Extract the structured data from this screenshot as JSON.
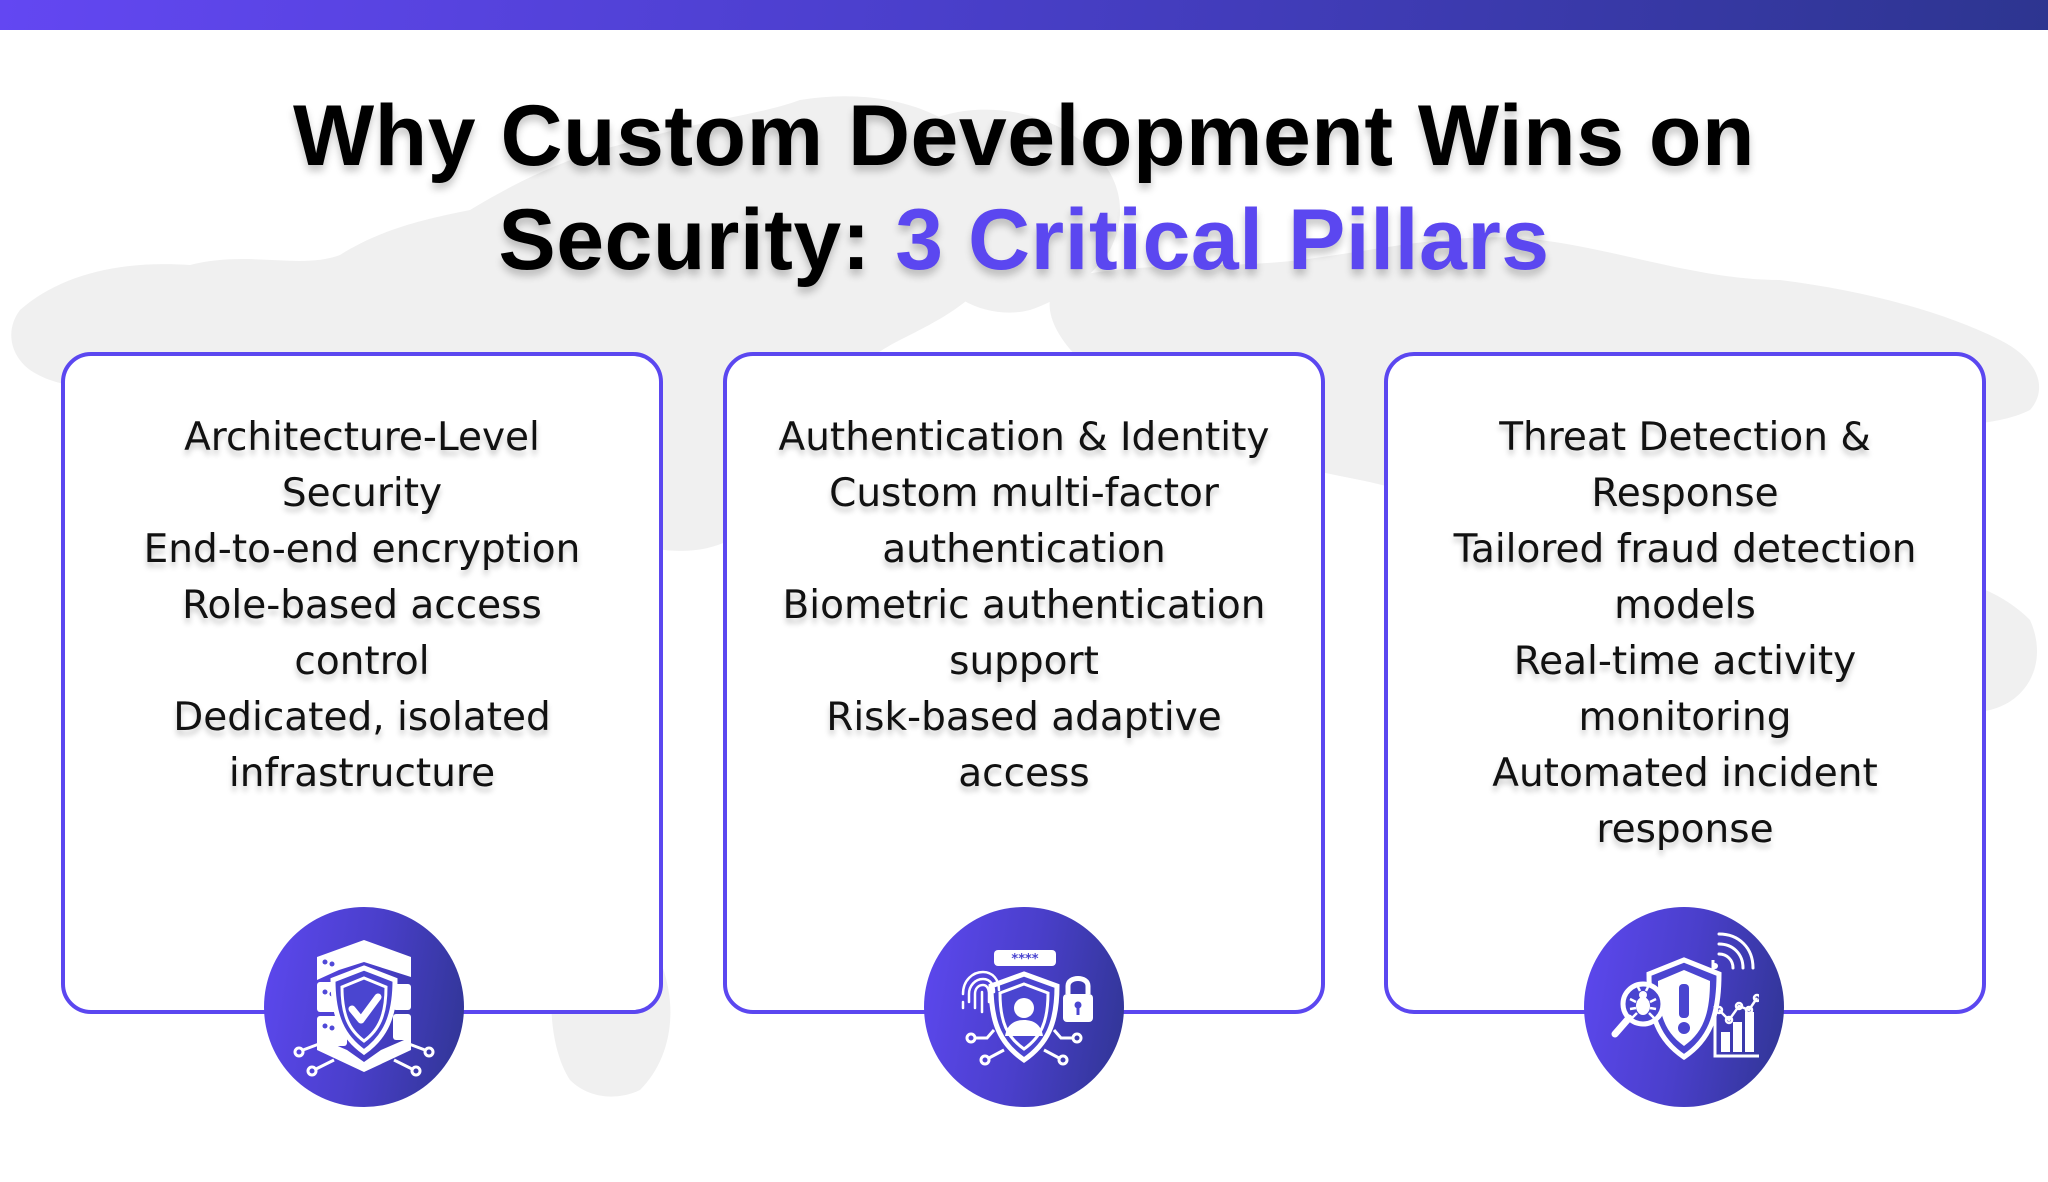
{
  "title": {
    "line1": "Why Custom Development Wins on",
    "line2_prefix": "Security: ",
    "line2_accent": "3 Critical Pillars"
  },
  "colors": {
    "accent": "#5B47F0",
    "gradient_start": "#6347F2",
    "gradient_end": "#2D3590",
    "map": "#F0F0F0",
    "text": "#111111"
  },
  "pillars": [
    {
      "heading_lines": [
        "Architecture-Level",
        "Security"
      ],
      "item_lines": [
        "End-to-end encryption",
        "Role-based access",
        "control",
        "Dedicated, isolated",
        "infrastructure"
      ],
      "icon": "server-shield-check-icon"
    },
    {
      "heading_lines": [
        "Authentication & Identity"
      ],
      "item_lines": [
        "Custom multi-factor",
        "authentication",
        "Biometric authentication",
        "support",
        "Risk-based adaptive",
        "access"
      ],
      "icon": "identity-shield-fingerprint-lock-icon",
      "password_mask": "****"
    },
    {
      "heading_lines": [
        "Threat Detection &",
        "Response"
      ],
      "item_lines": [
        "Tailored fraud detection",
        "models",
        "Real-time activity",
        "monitoring",
        "Automated incident",
        "response"
      ],
      "icon": "threat-shield-bug-chart-icon"
    }
  ]
}
